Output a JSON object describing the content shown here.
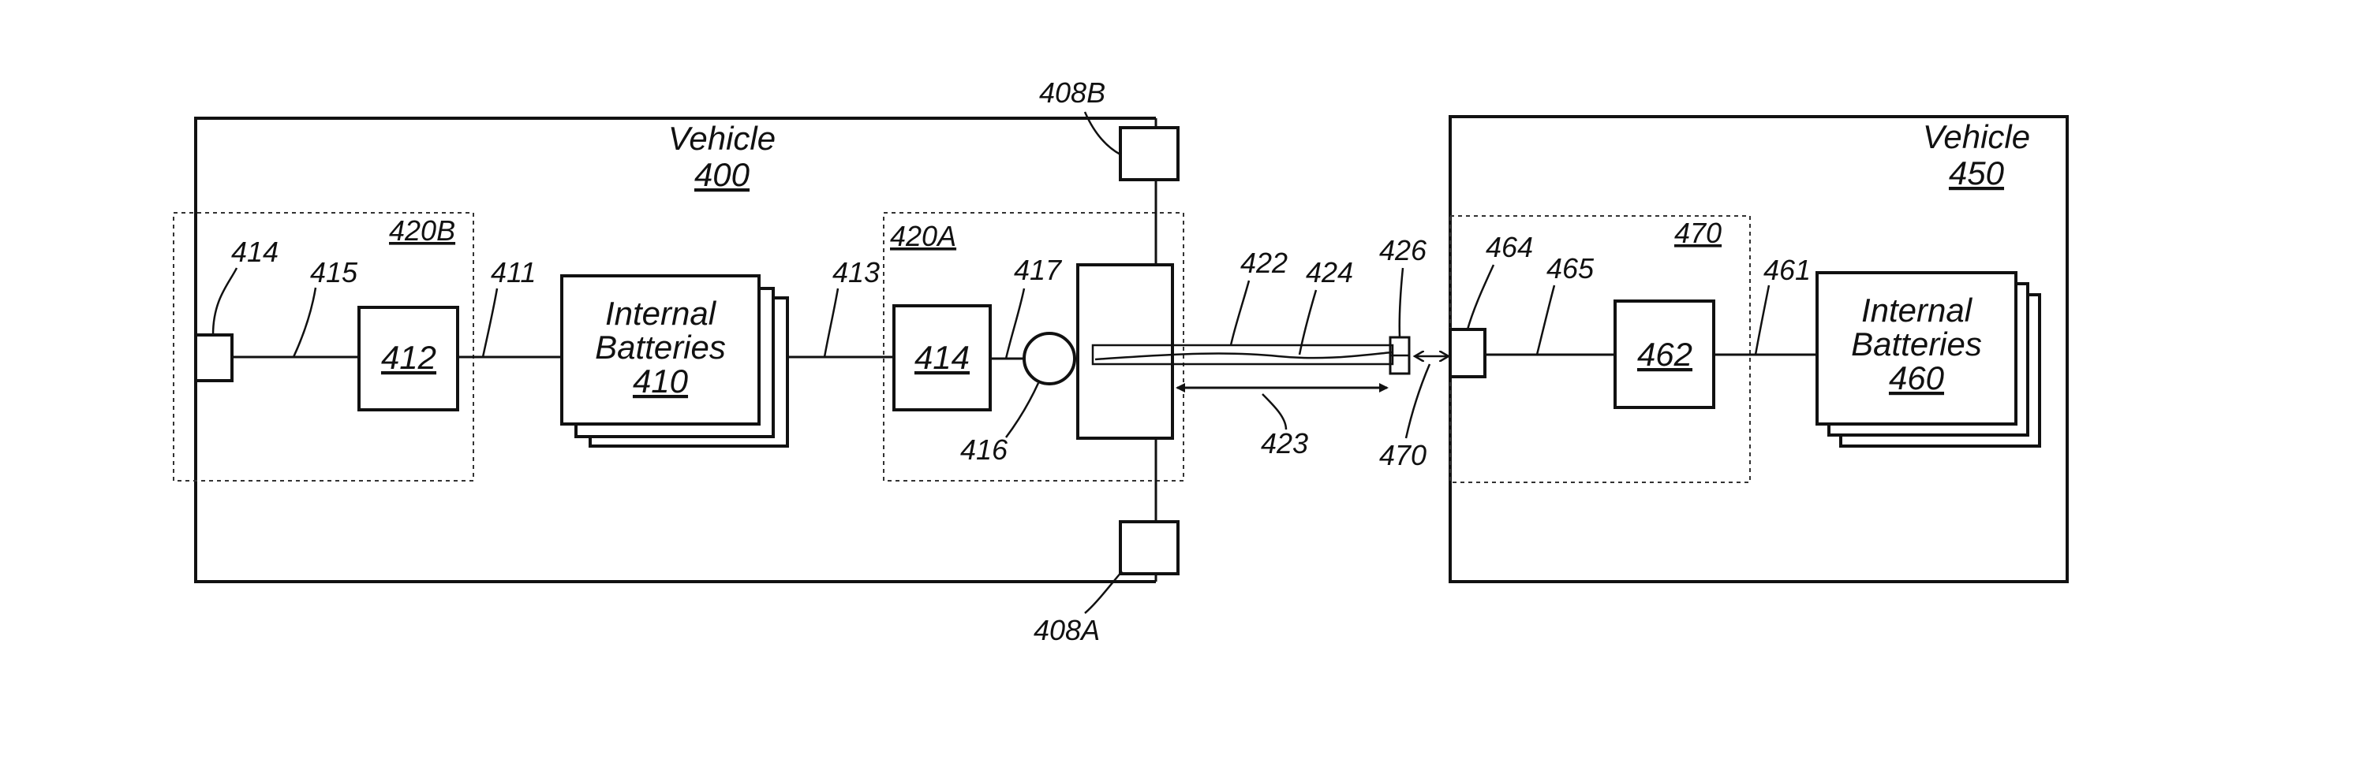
{
  "vehicle_400": {
    "title": "Vehicle",
    "number": "400"
  },
  "vehicle_450": {
    "title": "Vehicle",
    "number": "450"
  },
  "batteries_410": {
    "line1": "Internal",
    "line2": "Batteries",
    "number": "410"
  },
  "batteries_460": {
    "line1": "Internal",
    "line2": "Batteries",
    "number": "460"
  },
  "refs": {
    "r408A": "408A",
    "r408B": "408B",
    "r411": "411",
    "r412": "412",
    "r413": "413",
    "r414_left": "414",
    "r414_box": "414",
    "r415": "415",
    "r416": "416",
    "r417": "417",
    "r420A": "420A",
    "r420B": "420B",
    "r422": "422",
    "r423": "423",
    "r424": "424",
    "r426": "426",
    "r461": "461",
    "r462": "462",
    "r464": "464",
    "r465": "465",
    "r470_box": "470",
    "r470_pointer": "470"
  }
}
